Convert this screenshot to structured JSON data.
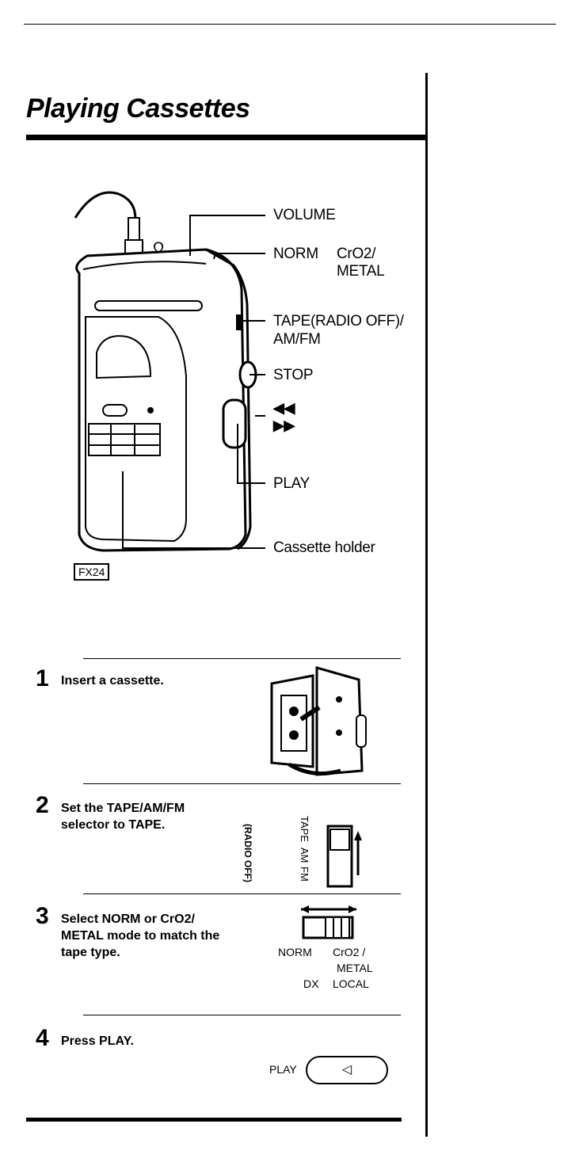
{
  "title": "Playing Cassettes",
  "labels": {
    "volume": "VOLUME",
    "norm": "NORM",
    "cro2_metal": "CrO2/",
    "metal": "METAL",
    "tape": "TAPE(RADIO OFF)/",
    "amfm": "AM/FM",
    "stop": "STOP",
    "rew": "◀◀",
    "ff": "▶▶",
    "play": "PLAY",
    "holder": "Cassette holder",
    "headphone": "Ω",
    "model": "FX24"
  },
  "steps": [
    {
      "num": "1",
      "text": "Insert a cassette."
    },
    {
      "num": "2",
      "text": "Set the TAPE/AM/FM selector to TAPE."
    },
    {
      "num": "3",
      "text": "Select NORM or CrO2/ METAL mode to match the tape type."
    },
    {
      "num": "4",
      "text": "Press PLAY."
    }
  ],
  "sel_tape": {
    "radio_off": "(RADIO OFF)",
    "tape": "TAPE",
    "am": "AM",
    "fm": "FM"
  },
  "sel_mode": {
    "norm": "NORM",
    "cro2": "CrO2 /",
    "metal": "METAL",
    "dx": "DX",
    "local": "LOCAL"
  },
  "play_button": {
    "label": "PLAY",
    "symbol": "◁"
  }
}
